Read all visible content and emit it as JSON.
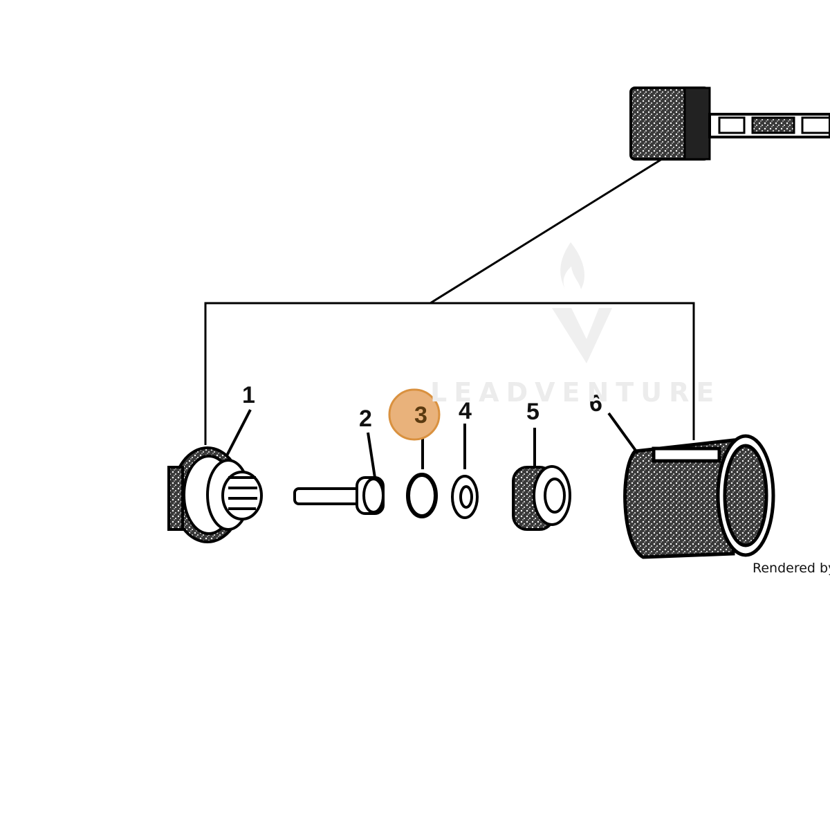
{
  "diagram": {
    "callouts": [
      {
        "id": "1",
        "label": "1",
        "highlighted": false
      },
      {
        "id": "2",
        "label": "2",
        "highlighted": false
      },
      {
        "id": "3",
        "label": "3",
        "highlighted": true
      },
      {
        "id": "4",
        "label": "4",
        "highlighted": false
      },
      {
        "id": "5",
        "label": "5",
        "highlighted": false
      },
      {
        "id": "6",
        "label": "6",
        "highlighted": false
      }
    ],
    "highlight_color": "#E9B27B",
    "highlight_border_color": "#D9913F"
  },
  "watermark": {
    "text": "LEADVENTURE"
  },
  "footer": {
    "credit": "Rendered by I"
  }
}
